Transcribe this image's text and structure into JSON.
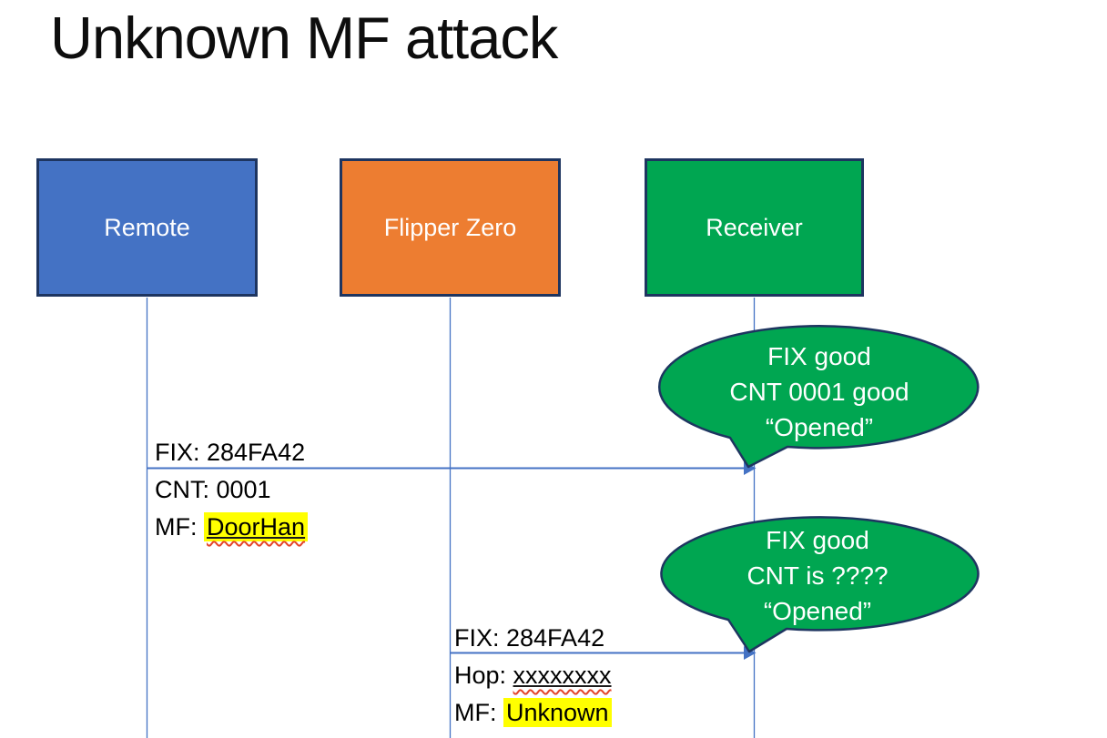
{
  "slide": {
    "title": "Unknown MF attack",
    "actors": [
      {
        "id": "remote",
        "label": "Remote",
        "fill": "#4472C4"
      },
      {
        "id": "flipper-zero",
        "label": "Flipper Zero",
        "fill": "#ED7D31"
      },
      {
        "id": "receiver",
        "label": "Receiver",
        "fill": "#00A651"
      }
    ],
    "messages": [
      {
        "from": "Remote",
        "to": "Receiver",
        "line1": "FIX: 284FA42",
        "line2": "CNT: 0001",
        "line3_prefix": "MF: ",
        "line3_value": "DoorHan"
      },
      {
        "from": "Flipper Zero",
        "to": "Receiver",
        "line1": "FIX: 284FA42",
        "line2_prefix": "Hop: ",
        "line2_value": "xxxxxxxx",
        "line3_prefix": "MF: ",
        "line3_value": "Unknown"
      }
    ],
    "callouts": [
      {
        "line1": "FIX good",
        "line2": "CNT 0001 good",
        "line3": "“Opened”"
      },
      {
        "line1": "FIX good",
        "line2": "CNT is ????",
        "line3": "“Opened”"
      }
    ],
    "colors": {
      "actor_outline": "#1E3560",
      "connector_blue": "#4472C4",
      "callout_fill": "#00A651",
      "highlight_yellow": "#FFFF00",
      "squiggle_red": "#E4442A",
      "callout_text": "#FFFFFF",
      "label_text": "#000000"
    }
  }
}
